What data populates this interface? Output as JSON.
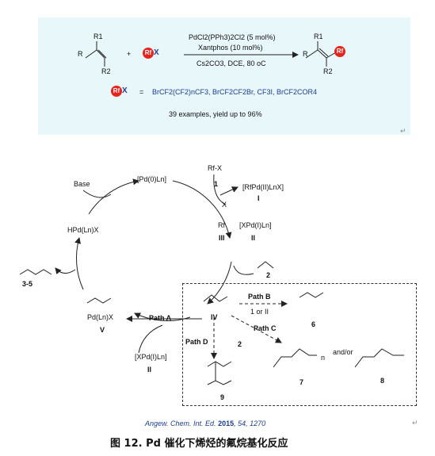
{
  "scheme": {
    "plus": "+",
    "reagent_label": "Rf",
    "reagent_x": "X",
    "cond_catalyst": "PdCl2(PPh3)2Cl2 (5 mol%)",
    "cond_ligand": "Xantphos (10 mol%)",
    "cond_base": "Cs2CO3, DCE, 80 oC",
    "rfx_equals": "=",
    "rfx_list": "BrCF2(CF2)nCF3, BrCF2CF2Br, CF3I, BrCF2COR4",
    "summary": "39 examples, yield up to 96%",
    "r1": "R1",
    "r2": "R2",
    "r_start": "R"
  },
  "cycle": {
    "pd0": "[Pd(0)Ln]",
    "base": "Base",
    "rfx": "Rf-X",
    "one": "1",
    "pd2": "[RfPd(II)LnX]",
    "roman1": "I",
    "x_label": "X",
    "rf_rad": "Rf",
    "roman3": "III",
    "xpd1": "[XPd(I)Ln]",
    "roman2": "II",
    "hpd": "HPd(Ln)X",
    "prod35": "3-5",
    "two": "2",
    "pathA": "Path A",
    "pathB": "Path B",
    "pathB_sub": "1 or II",
    "pathC": "Path C",
    "pathD": "Path D",
    "pd_lnx": "Pd(Ln)X",
    "roman5": "V",
    "roman4": "IV",
    "xpd1b": "[XPd(I)Ln]",
    "roman2b": "II",
    "six": "6",
    "seven": "7",
    "eight": "8",
    "nine": "9",
    "two_b": "2",
    "andor": "and/or",
    "n": "n"
  },
  "citation": {
    "journal": "Angew. Chem. Int. Ed.",
    "year": "2015",
    "vol": "54",
    "pages": "1270"
  },
  "caption": "图 12. Pd 催化下烯烃的氟烷基化反应"
}
